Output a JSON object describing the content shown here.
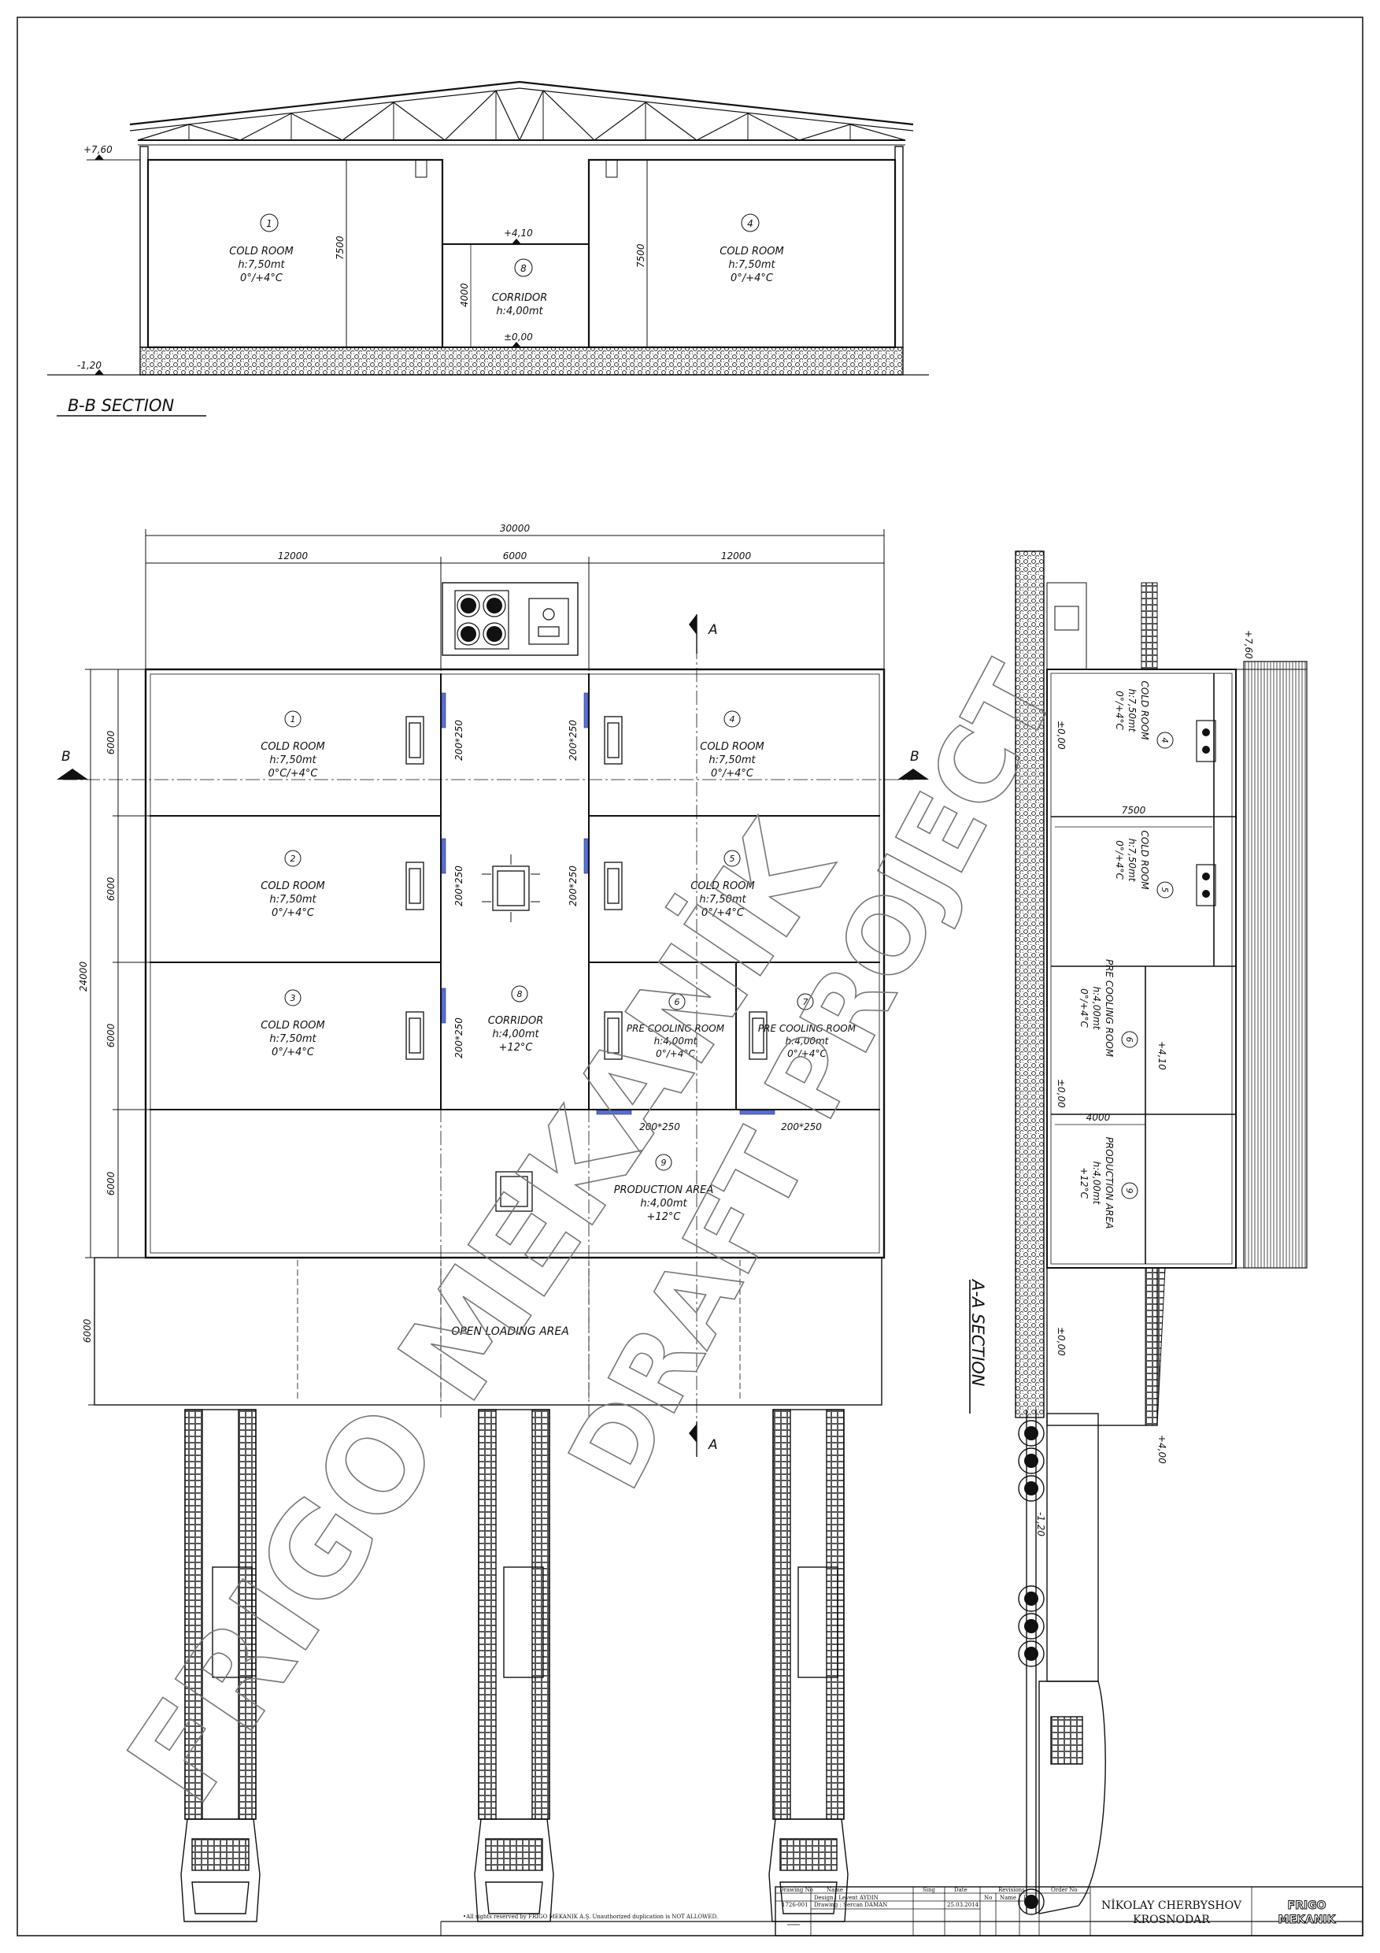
{
  "section_bb": {
    "title": "B-B SECTION",
    "levels": {
      "top": "+7,60",
      "bottom": "-1,20",
      "corridor_top": "+4,10",
      "floor": "±0,00"
    },
    "heights": {
      "left": "7500",
      "right": "7500",
      "corridor": "4000"
    },
    "rooms": [
      {
        "num": "1",
        "name": "COLD ROOM",
        "h": "h:7,50mt",
        "t": "0°/+4°C"
      },
      {
        "num": "8",
        "name": "CORRIDOR",
        "h": "h:4,00mt",
        "t": ""
      },
      {
        "num": "4",
        "name": "COLD ROOM",
        "h": "h:7,50mt",
        "t": "0°/+4°C"
      }
    ]
  },
  "plan": {
    "dims_top": {
      "total": "30000",
      "left": "12000",
      "mid": "6000",
      "right": "12000"
    },
    "dims_left": {
      "total": "24000",
      "rows": [
        "6000",
        "6000",
        "6000",
        "6000"
      ],
      "loading": "6000"
    },
    "section_marks": {
      "a": "A",
      "b": "B"
    },
    "rooms": [
      {
        "num": "1",
        "name": "COLD ROOM",
        "h": "h:7,50mt",
        "t": "0°C/+4°C"
      },
      {
        "num": "4",
        "name": "COLD ROOM",
        "h": "h:7,50mt",
        "t": "0°/+4°C"
      },
      {
        "num": "2",
        "name": "COLD ROOM",
        "h": "h:7,50mt",
        "t": "0°/+4°C"
      },
      {
        "num": "5",
        "name": "COLD ROOM",
        "h": "h:7,50mt",
        "t": "0°/+4°C"
      },
      {
        "num": "3",
        "name": "COLD ROOM",
        "h": "h:7,50mt",
        "t": "0°/+4°C"
      },
      {
        "num": "8",
        "name": "CORRIDOR",
        "h": "h:4,00mt",
        "t": "+12°C"
      },
      {
        "num": "6",
        "name": "PRE COOLING ROOM",
        "h": "h:4,00mt",
        "t": "0°/+4°C"
      },
      {
        "num": "7",
        "name": "PRE COOLING ROOM",
        "h": "h:4,00mt",
        "t": "0°/+4°C"
      },
      {
        "num": "9",
        "name": "PRODUCTION AREA",
        "h": "h:4,00mt",
        "t": "+12°C"
      }
    ],
    "doors": [
      "200*250",
      "200*250",
      "200*250",
      "200*250",
      "200*250",
      "200*250",
      "200*250"
    ],
    "loading_area": "OPEN LOADING AREA"
  },
  "section_aa": {
    "title": "A-A SECTION",
    "levels": {
      "top": "+7,60",
      "mid": "+4,10",
      "dock": "+4,00",
      "floor1": "±0,00",
      "floor2": "±0,00",
      "floor3": "±0,00",
      "ground": "-1,20"
    },
    "dims": {
      "upper": "7500",
      "lower": "4000"
    },
    "rooms": [
      {
        "num": "4",
        "name": "COLD ROOM",
        "h": "h:7,50mt",
        "t": "0°/+4°C"
      },
      {
        "num": "5",
        "name": "COLD ROOM",
        "h": "h:7,50mt",
        "t": "0°/+4°C"
      },
      {
        "num": "6",
        "name": "PRE COOLING ROOM",
        "h": "h:4,00mt",
        "t": "0°/+4°C"
      },
      {
        "num": "9",
        "name": "PRODUCTION AREA",
        "h": "h:4,00mt",
        "t": "+12°C"
      }
    ]
  },
  "watermark": {
    "w1": "FRIGO MEKANİK",
    "w2": "DRAFT PROJECT"
  },
  "title_block": {
    "copyright": "•All rights reserved by FRIGO MEKANIK A.Ş. Unauthorized duplication is NOT ALLOWED.",
    "drawing_no_label": "Drawing No",
    "drawing_no": "1726-001",
    "name_label": "Name",
    "design": "Design : Levent AYDIN",
    "drawing_by": "Drawing : Sercan DAMAN",
    "sing_label": "Sing",
    "date_label": "Date",
    "date": "25.03.2014",
    "revisions_label": "Revisions",
    "no_label": "No",
    "rev_name_label": "Name",
    "rev_date_label": "Date",
    "order_no_label": "Order No",
    "client": "NİKOLAY CHERBYSHOV",
    "city": "KROSNODAR",
    "logo_line1": "FRIGO",
    "logo_line2": "MEKANIK"
  }
}
